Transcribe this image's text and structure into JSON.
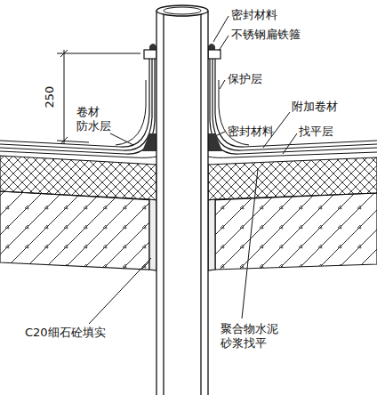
{
  "diagram": {
    "labels": [
      "密封材料",
      "不锈钢扁铁箍",
      "250",
      "保护层",
      "卷材 防水层",
      "密封材料",
      "附加卷材",
      "找平层",
      "C20细石砼填实",
      "聚合物水泥 砂浆找平"
    ]
  }
}
